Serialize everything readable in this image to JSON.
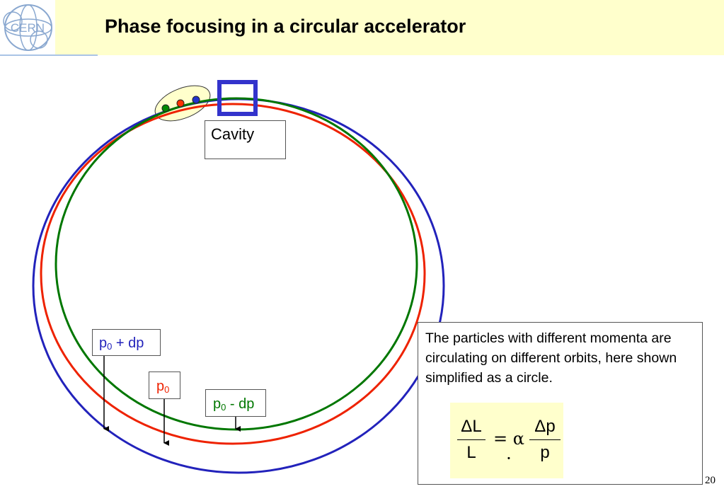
{
  "slide": {
    "title": "Phase focusing in a circular accelerator",
    "page_number": "20"
  },
  "logo": {
    "text": "CERN"
  },
  "diagram": {
    "cavity_label": "Cavity",
    "orbits": [
      {
        "label_main": "p",
        "label_sub": "0",
        "label_suffix": " + dp",
        "color": "#2222bb"
      },
      {
        "label_main": "p",
        "label_sub": "0",
        "label_suffix": "",
        "color": "#ee2200"
      },
      {
        "label_main": "p",
        "label_sub": "0",
        "label_suffix": " - dp",
        "color": "#007700"
      }
    ],
    "particle_colors": [
      "#008800",
      "#ff3300",
      "#2233cc"
    ],
    "bunch_highlight_color": "#ffffcc",
    "cavity_color": "#3333cc"
  },
  "info": {
    "text": "The particles with different momenta are circulating on different orbits, here shown simplified as a circle.",
    "formula": {
      "left_num": "ΔL",
      "left_den": "L",
      "operator": "= α ·",
      "right_num": "Δp",
      "right_den": "p"
    }
  }
}
